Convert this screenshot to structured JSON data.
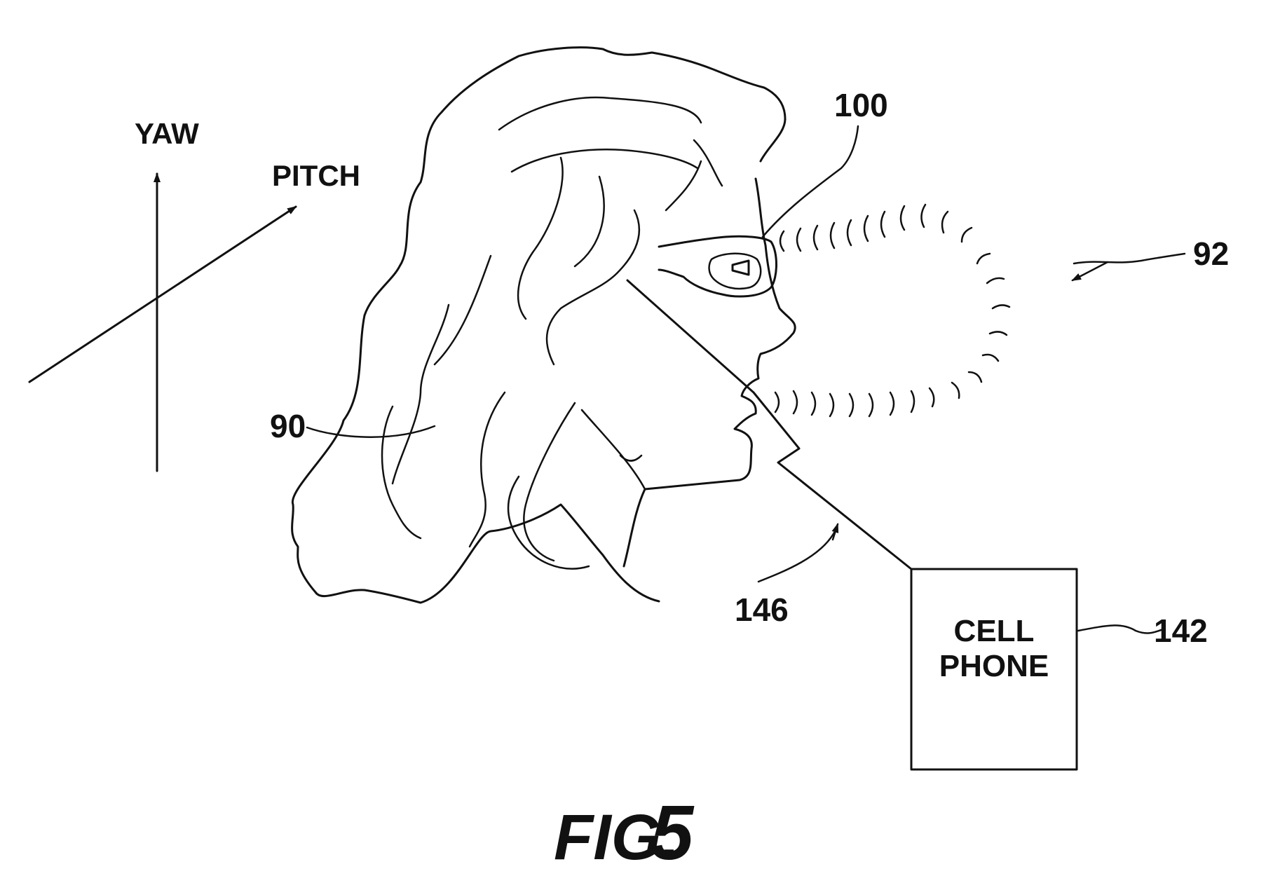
{
  "axes": {
    "yaw_label": "YAW",
    "pitch_label": "PITCH"
  },
  "reference_numerals": {
    "head": "90",
    "voice_waves": "92",
    "eyewear": "100",
    "cell_phone": "142",
    "cable": "146"
  },
  "cell_phone_box": {
    "line1": "CELL",
    "line2": "PHONE"
  },
  "figure_title": {
    "prefix": "FIG.",
    "number": "5"
  },
  "colors": {
    "ink": "#111111",
    "background": "#ffffff"
  }
}
